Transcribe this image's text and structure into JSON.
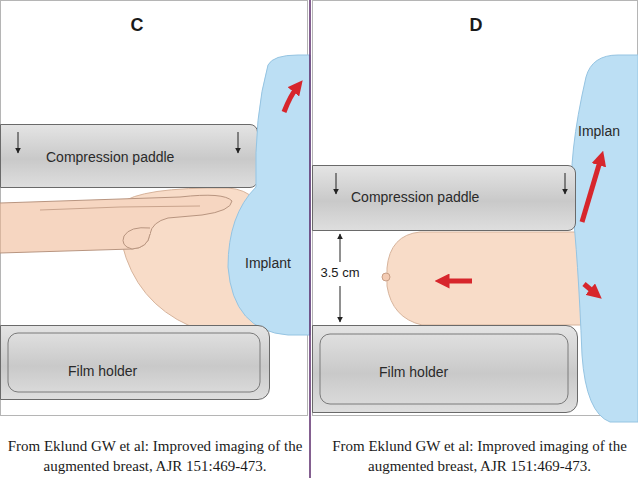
{
  "diagram": {
    "nodes": [
      {
        "text": [
          "Compression paddle"
        ]
      },
      {
        "text": [
          "Implant"
        ]
      },
      {
        "text": [
          "Film holder"
        ]
      },
      {
        "text": [
          "Implan"
        ]
      },
      {
        "text": [
          "Compression paddle"
        ]
      },
      {
        "text": [
          "Film holder"
        ]
      }
    ],
    "labels": [
      "C",
      "D",
      "3.5 cm",
      "From Eklund GW et al: Improved imaging of the augmented breast, AJR 151:469-473.",
      "From Eklund GW et al: Improved imaging of the augmented breast, AJR 151:469-473."
    ]
  }
}
